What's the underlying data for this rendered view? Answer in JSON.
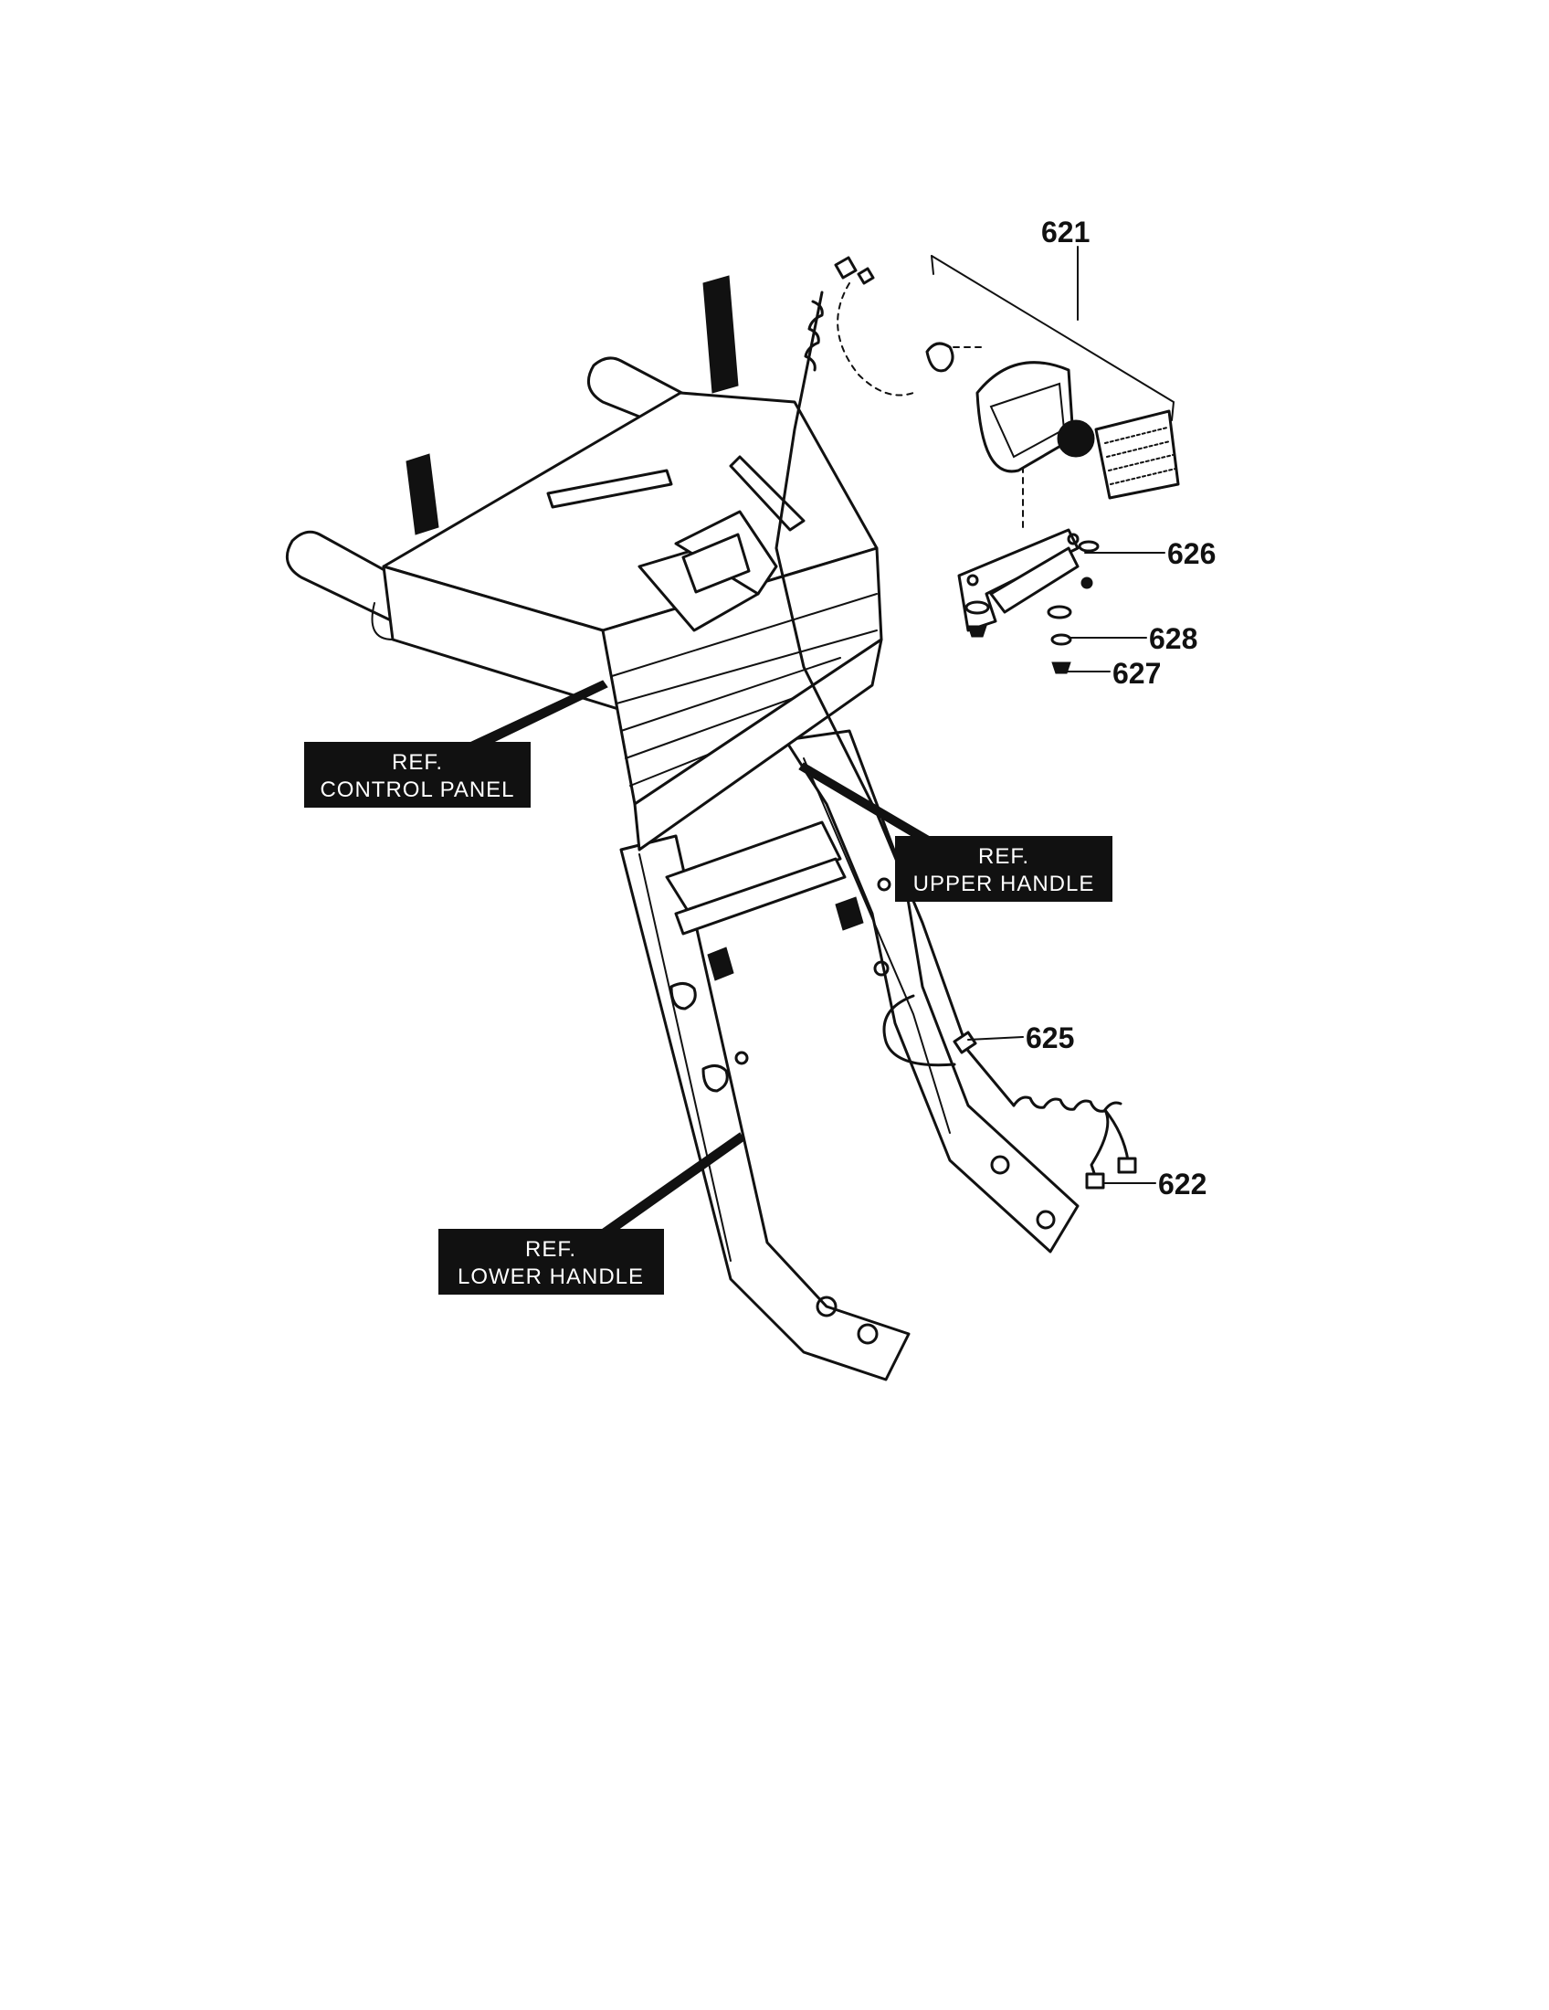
{
  "parts": {
    "p621": "621",
    "p626": "626",
    "p628": "628",
    "p627": "627",
    "p625": "625",
    "p622": "622"
  },
  "refs": {
    "control_panel": {
      "line1": "REF.",
      "line2": "CONTROL PANEL"
    },
    "upper_handle": {
      "line1": "REF.",
      "line2": "UPPER HANDLE"
    },
    "lower_handle": {
      "line1": "REF.",
      "line2": "LOWER HANDLE"
    }
  },
  "colors": {
    "ink": "#111111",
    "label_bg": "#111111",
    "label_text": "#ffffff",
    "paper": "#ffffff"
  }
}
